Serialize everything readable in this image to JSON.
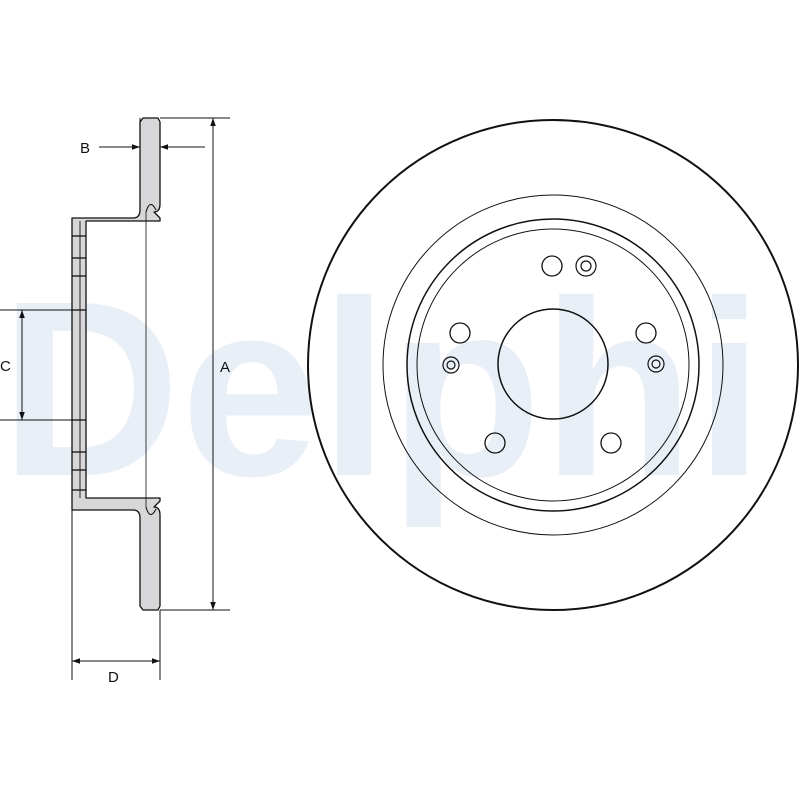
{
  "watermark": {
    "text": "Delphi",
    "color": "#e9eff7"
  },
  "colors": {
    "line": "#111111",
    "fill": "#d7d7d9",
    "paper": "#ffffff"
  },
  "dimensions": {
    "A": "A",
    "B": "B",
    "C": "C",
    "D": "D"
  }
}
